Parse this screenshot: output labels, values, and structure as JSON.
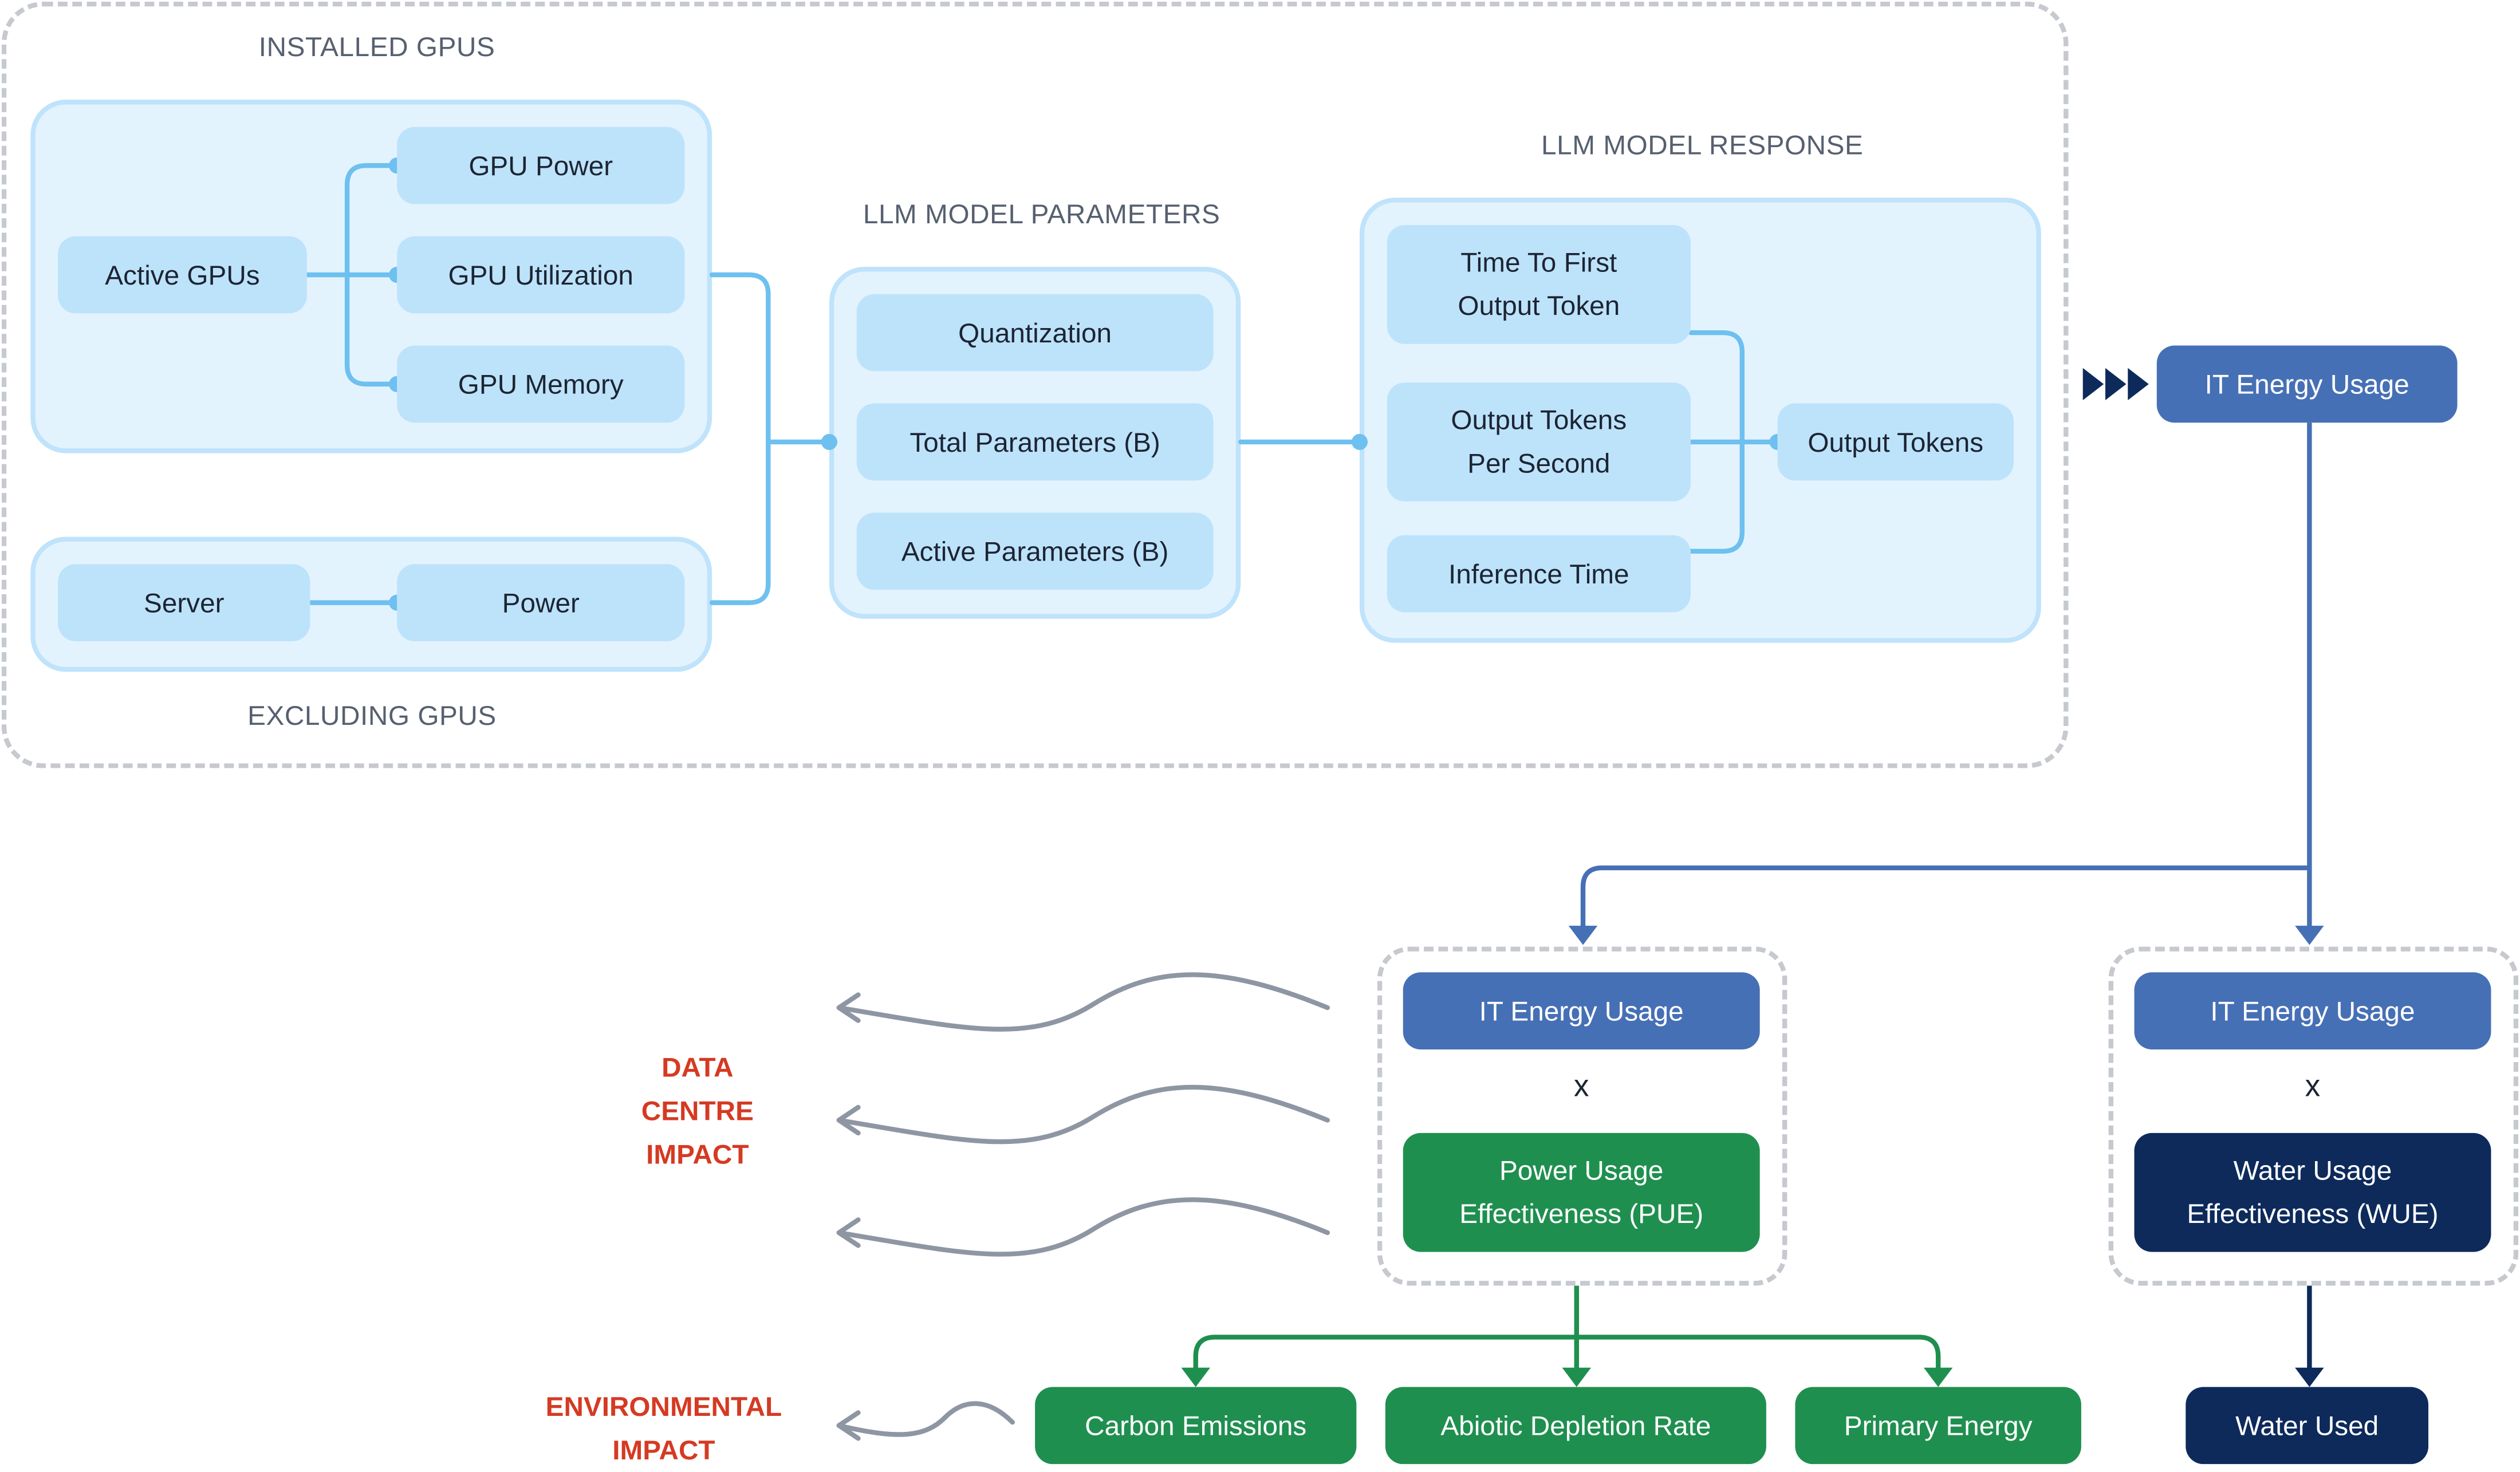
{
  "sections": {
    "installed_gpus": "INSTALLED GPUS",
    "excluding_gpus": "EXCLUDING GPUS",
    "llm_model_parameters": "LLM MODEL PARAMETERS",
    "llm_model_response": "LLM MODEL RESPONSE"
  },
  "installed_gpus": {
    "active_gpus": "Active GPUs",
    "gpu_power": "GPU Power",
    "gpu_utilization": "GPU Utilization",
    "gpu_memory": "GPU Memory"
  },
  "excluding_gpus": {
    "server": "Server",
    "power": "Power"
  },
  "llm_parameters": {
    "quantization": "Quantization",
    "total_parameters": "Total Parameters (B)",
    "active_parameters": "Active Parameters (B)"
  },
  "llm_response": {
    "time_to_first": "Time To First\nOutput Token",
    "tokens_per_second": "Output Tokens\nPer Second",
    "inference_time": "Inference Time",
    "output_tokens": "Output Tokens"
  },
  "it_energy_usage": "IT Energy Usage",
  "pue_block": {
    "it_energy": "IT Energy Usage",
    "times": "x",
    "pue": "Power Usage\nEffectiveness (PUE)"
  },
  "wue_block": {
    "it_energy": "IT Energy Usage",
    "times": "x",
    "wue": "Water Usage\nEffectiveness (WUE)"
  },
  "data_centre_impact": "DATA\nCENTRE\nIMPACT",
  "environmental_impact": "ENVIRONMENTAL\nIMPACT",
  "outputs": {
    "carbon_emissions": "Carbon Emissions",
    "abiotic_depletion": "Abiotic Depletion Rate",
    "primary_energy": "Primary Energy",
    "water_used": "Water Used"
  },
  "colors": {
    "light_node": "#bde3fb",
    "light_panel": "#e3f3fe",
    "connector_light": "#6dc0ef",
    "blue_node": "#4670b5",
    "navy_node": "#0d2a5b",
    "green_node": "#1f8f4f",
    "impact_red": "#d53a22",
    "wave_gray": "#8f96a3"
  }
}
